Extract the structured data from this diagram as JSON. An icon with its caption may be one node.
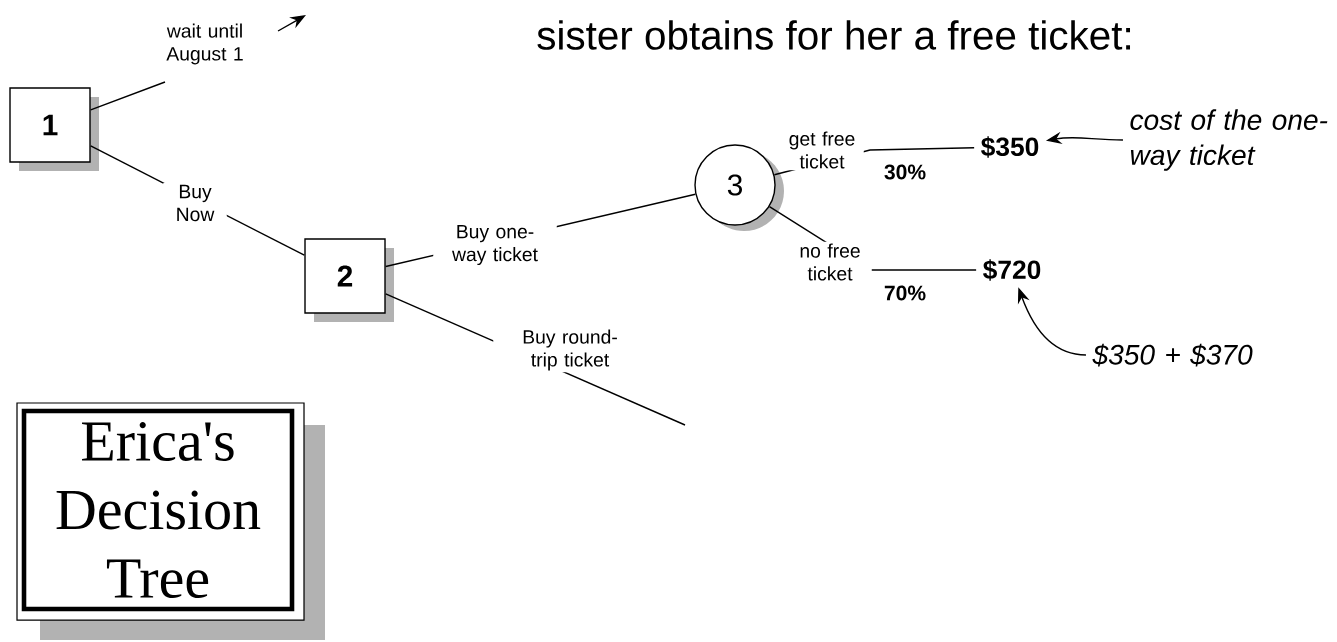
{
  "diagram": {
    "title": "sister obtains for her a free ticket:",
    "nodes": [
      {
        "text": [
          "1"
        ]
      },
      {
        "text": [
          "2"
        ]
      },
      {
        "text": [
          "3"
        ]
      },
      {
        "text": [
          "$350"
        ]
      },
      {
        "text": [
          "$720"
        ]
      },
      {
        "text": [
          "cost of the one-way ticket"
        ]
      },
      {
        "text": [
          "$350 + $370"
        ]
      },
      {
        "text": [
          "Erica's Decision Tree"
        ]
      }
    ],
    "edges": [
      {
        "from": 0,
        "to": null,
        "arrow": "to",
        "label": "wait until August 1"
      },
      {
        "from": 0,
        "to": 1,
        "arrow": "none",
        "label": "Buy Now"
      },
      {
        "from": 1,
        "to": 2,
        "arrow": "none",
        "label": "Buy one-way ticket"
      },
      {
        "from": 1,
        "to": null,
        "arrow": "none",
        "label": "Buy round-trip ticket"
      },
      {
        "from": 2,
        "to": 3,
        "arrow": "none",
        "label": "get free ticket"
      },
      {
        "from": 2,
        "to": 4,
        "arrow": "none",
        "label": "no free ticket"
      },
      {
        "from": 5,
        "to": 3,
        "arrow": "to"
      },
      {
        "from": 6,
        "to": 4,
        "arrow": "to"
      }
    ],
    "labels": [
      "30%",
      "70%"
    ]
  }
}
